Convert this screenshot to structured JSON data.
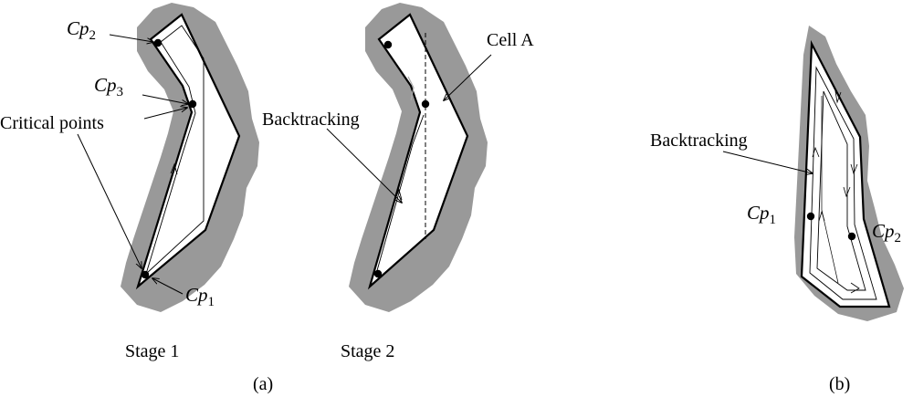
{
  "figure": {
    "panel_a": {
      "caption": "(a)",
      "stage1": {
        "caption": "Stage 1",
        "cp2": {
          "main": "Cp",
          "sub": "2"
        },
        "cp3": {
          "main": "Cp",
          "sub": "3"
        },
        "cp1": {
          "main": "Cp",
          "sub": "1"
        },
        "critical_points_label": "Critical points"
      },
      "stage2": {
        "caption": "Stage 2",
        "cell_label": "Cell A",
        "backtracking_label": "Backtracking"
      }
    },
    "panel_b": {
      "caption": "(b)",
      "backtracking_label": "Backtracking",
      "cp1": {
        "main": "Cp",
        "sub": "1"
      },
      "cp2": {
        "main": "Cp",
        "sub": "2"
      }
    }
  }
}
